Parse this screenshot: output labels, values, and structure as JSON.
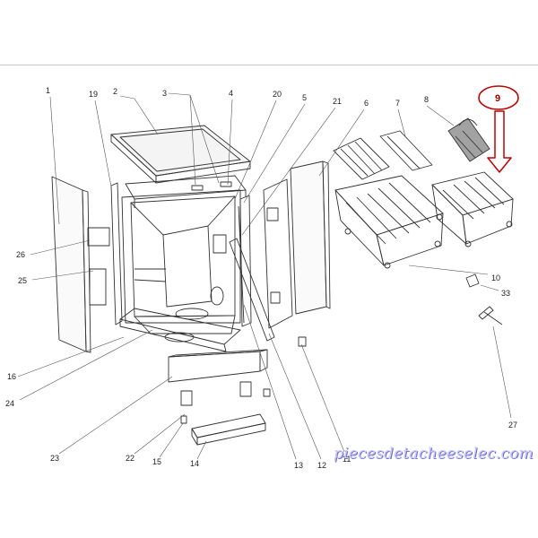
{
  "diagram": {
    "callouts": [
      {
        "id": "1",
        "label": "1"
      },
      {
        "id": "19",
        "label": "19"
      },
      {
        "id": "2",
        "label": "2"
      },
      {
        "id": "3",
        "label": "3"
      },
      {
        "id": "4",
        "label": "4"
      },
      {
        "id": "20",
        "label": "20"
      },
      {
        "id": "5",
        "label": "5"
      },
      {
        "id": "21",
        "label": "21"
      },
      {
        "id": "6",
        "label": "6"
      },
      {
        "id": "7",
        "label": "7"
      },
      {
        "id": "8",
        "label": "8"
      },
      {
        "id": "9",
        "label": "9"
      },
      {
        "id": "26",
        "label": "26"
      },
      {
        "id": "25",
        "label": "25"
      },
      {
        "id": "10",
        "label": "10"
      },
      {
        "id": "33",
        "label": "33"
      },
      {
        "id": "16",
        "label": "16"
      },
      {
        "id": "24",
        "label": "24"
      },
      {
        "id": "27",
        "label": "27"
      },
      {
        "id": "23",
        "label": "23"
      },
      {
        "id": "22",
        "label": "22"
      },
      {
        "id": "15",
        "label": "15"
      },
      {
        "id": "14",
        "label": "14"
      },
      {
        "id": "13",
        "label": "13"
      },
      {
        "id": "12",
        "label": "12"
      },
      {
        "id": "11",
        "label": "11"
      }
    ],
    "highlight": {
      "color": "#c00000",
      "target": "9"
    }
  },
  "watermark": "piecesdetacheeselec.com",
  "colors": {
    "line": "#333333",
    "accent": "#c00000",
    "watermark": "#c8c8ff"
  }
}
